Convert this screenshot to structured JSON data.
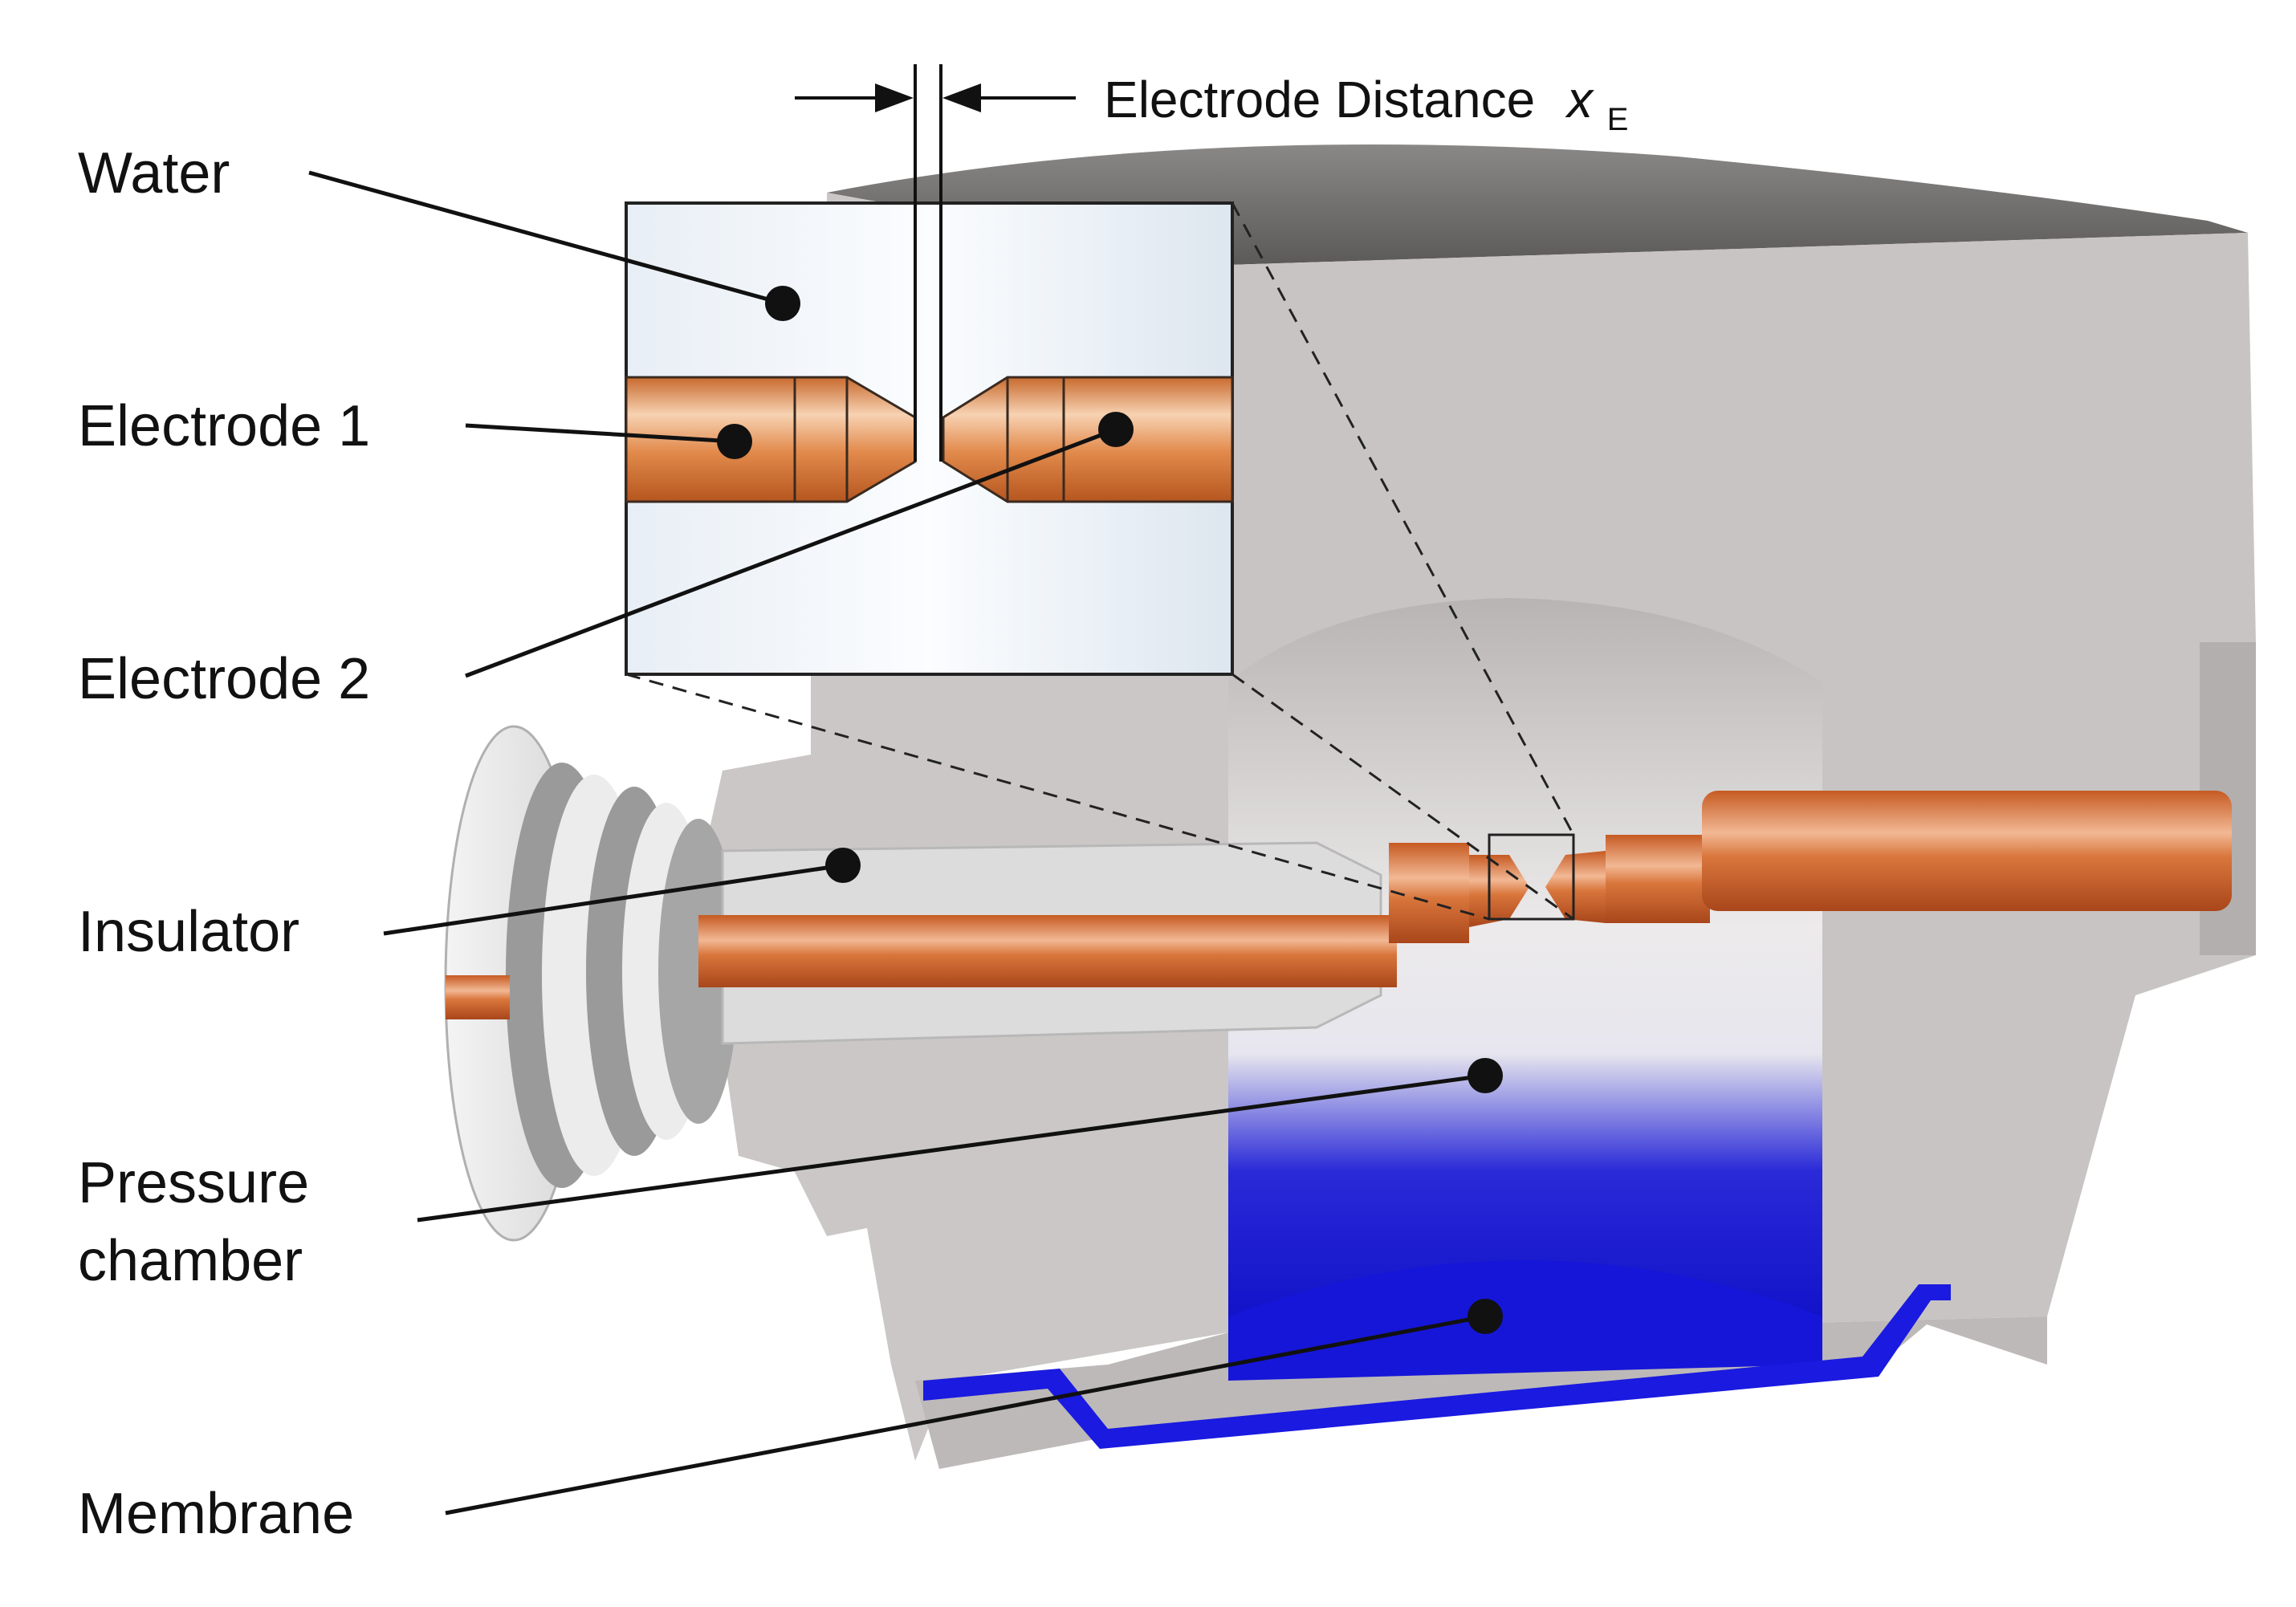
{
  "labels": {
    "water": "Water",
    "electrode1": "Electrode 1",
    "electrode2": "Electrode 2",
    "insulator": "Insulator",
    "pressure_line1": "Pressure",
    "pressure_line2": "chamber",
    "membrane": "Membrane"
  },
  "dimension": {
    "text": "Electrode Distance",
    "symbol": "x",
    "subscript": "E"
  },
  "colors": {
    "housing": "#c9c5c4",
    "housing_dark": "#6e6c6b",
    "copper": "#d9763c",
    "water_blue": "#1414d6",
    "inset_bg": "#eef3f8"
  }
}
